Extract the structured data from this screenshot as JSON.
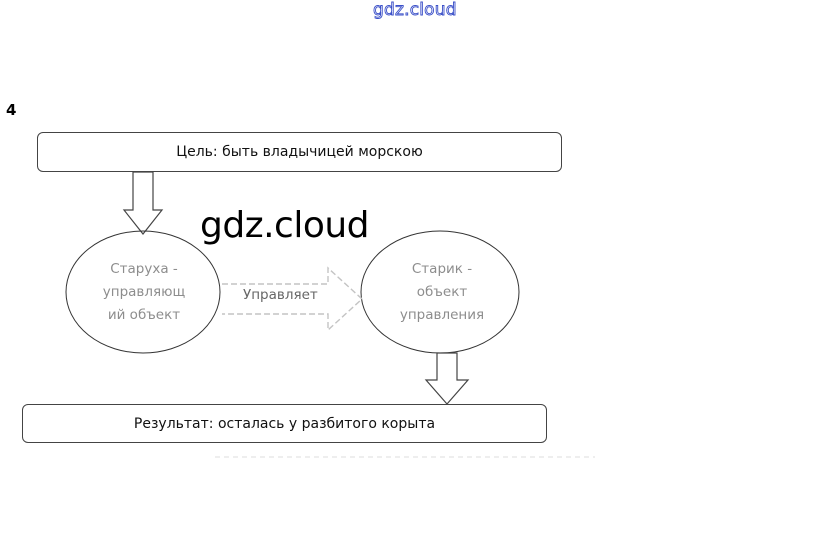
{
  "watermark_top": "gdz.cloud",
  "watermark_center": "gdz.cloud",
  "task_number": "4",
  "diagram": {
    "goal": "Цель: быть владычицей морскою",
    "manager": [
      "Старуха -",
      "управляющ",
      "ий объект"
    ],
    "managed": [
      "Старик -",
      "объект",
      "управления"
    ],
    "relation": "Управляет",
    "result": "Результат: осталась у разбитого корыта"
  }
}
